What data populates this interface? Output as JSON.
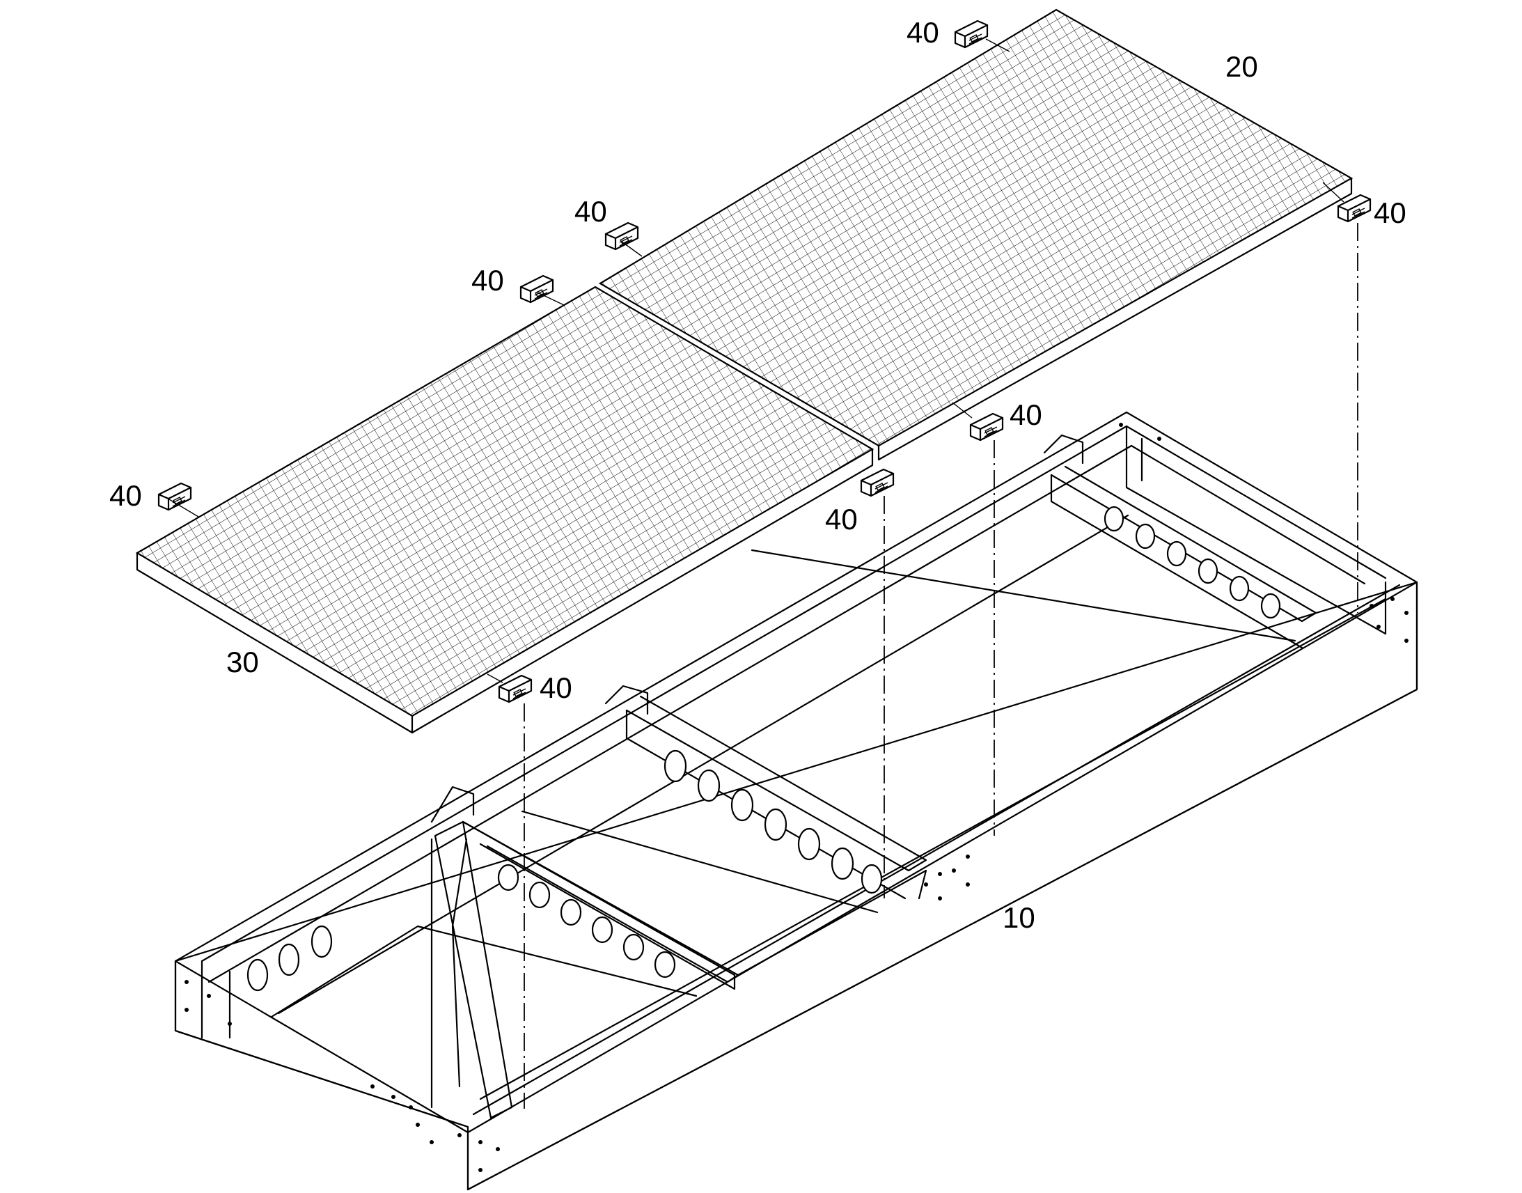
{
  "labels": {
    "base_frame": "10",
    "grating_rear": "20",
    "grating_front": "30",
    "clip": "40"
  }
}
